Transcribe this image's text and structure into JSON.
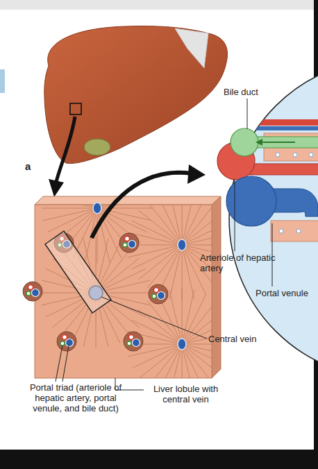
{
  "diagram": {
    "labels": [
      "Bile duct",
      "a",
      "Arteriole of hepatic artery",
      "Portal venule",
      "Central vein",
      "Portal triad (arteriole of hepatic artery, portal venule, and bile duct)",
      "Liver lobule with central vein"
    ]
  }
}
